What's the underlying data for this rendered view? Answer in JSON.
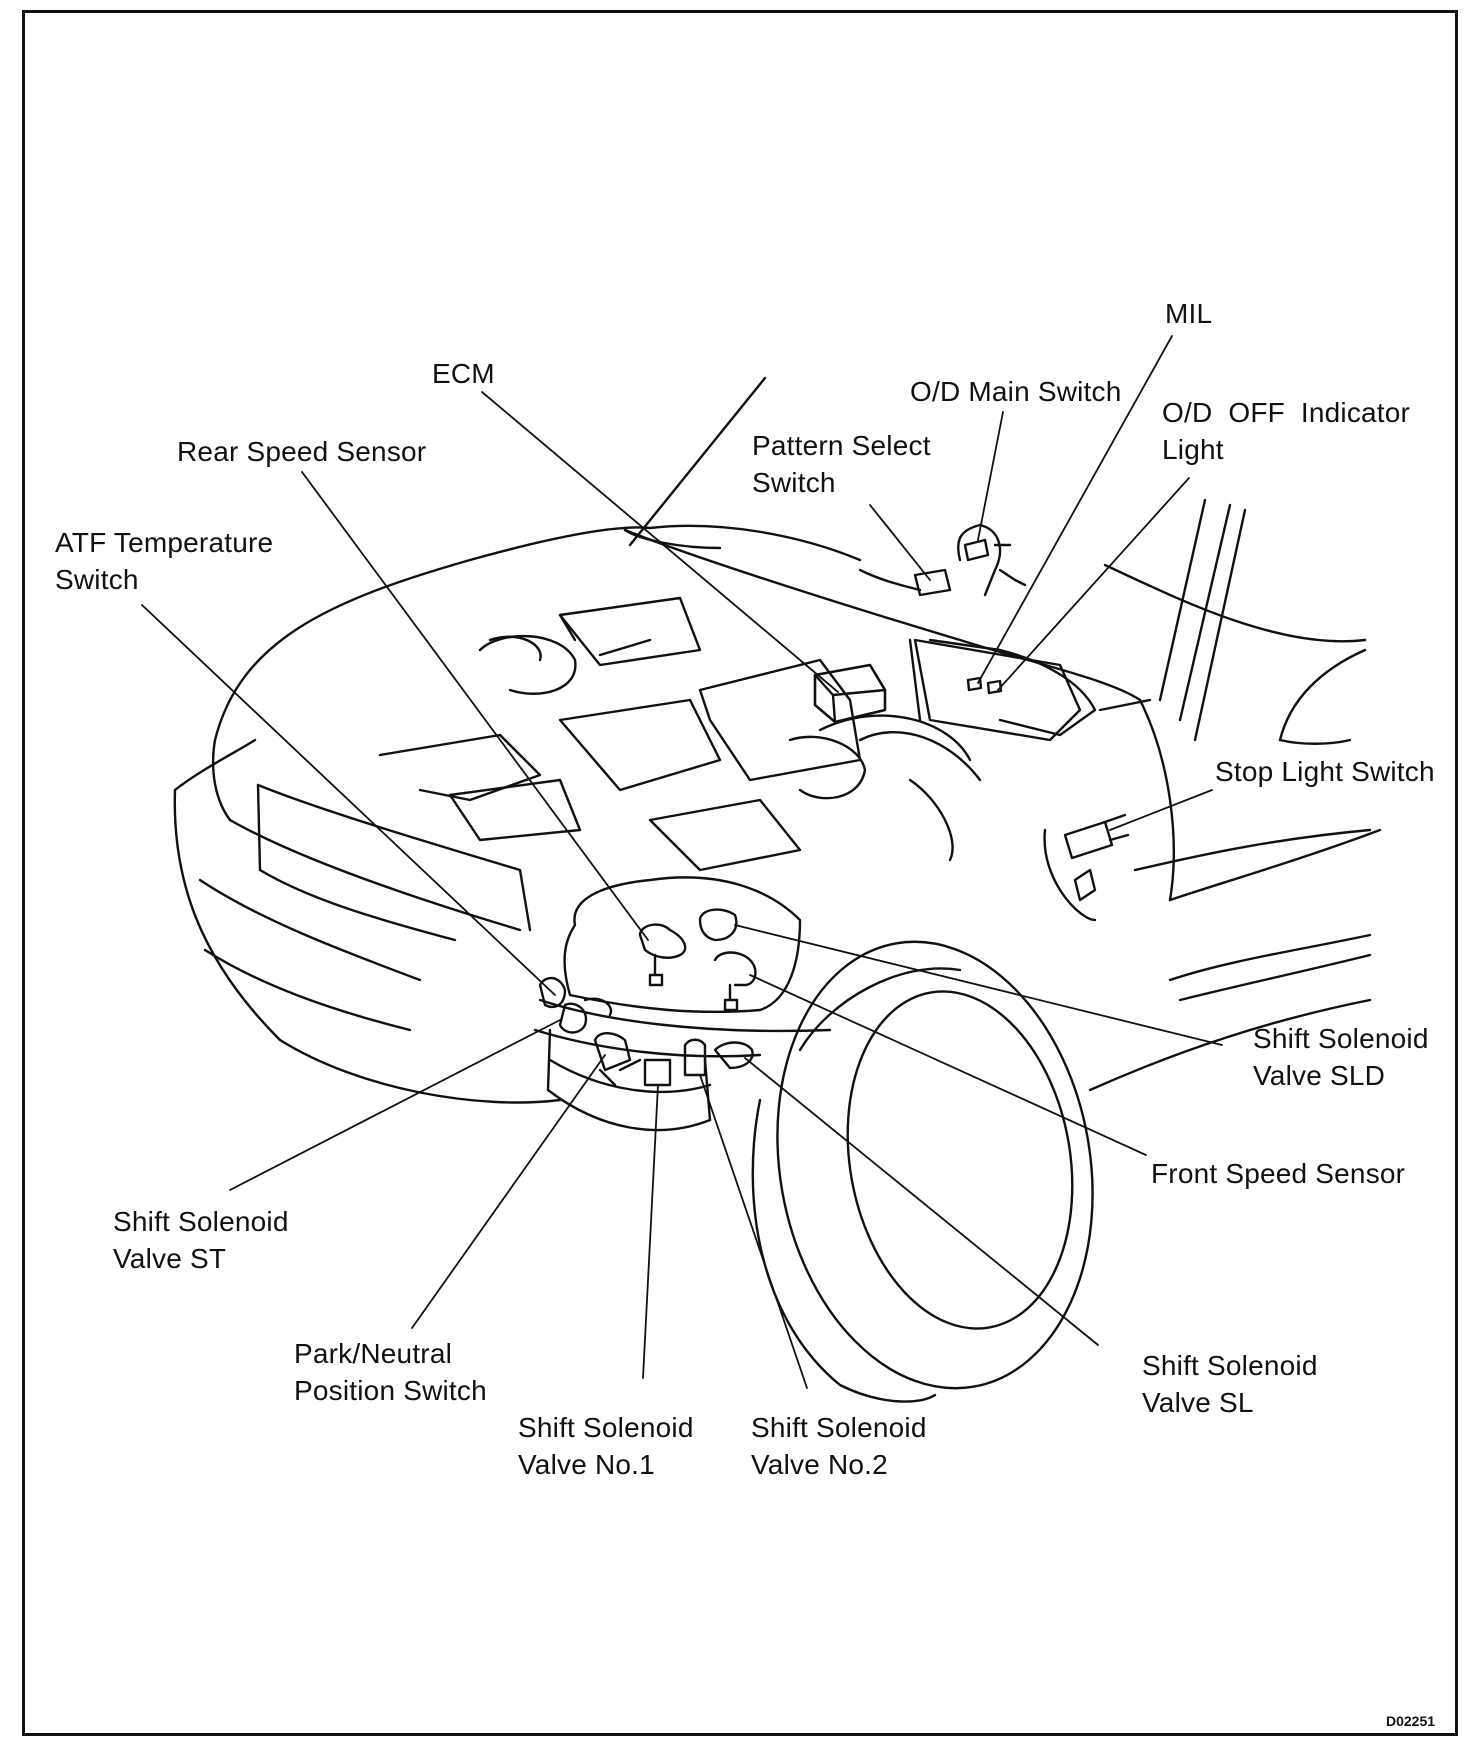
{
  "labels": {
    "mil": "MIL",
    "ecm": "ECM",
    "od_main_switch": "O/D Main Switch",
    "od_off_indicator": [
      "O/D  OFF  Indicator",
      "Light"
    ],
    "rear_speed_sensor": "Rear Speed Sensor",
    "pattern_select_switch": [
      "Pattern Select",
      "Switch"
    ],
    "atf_temperature_switch": [
      "ATF Temperature",
      "Switch"
    ],
    "stop_light_switch": "Stop Light Switch",
    "shift_solenoid_sld": [
      "Shift Solenoid",
      "Valve SLD"
    ],
    "front_speed_sensor": "Front Speed Sensor",
    "shift_solenoid_st": [
      "Shift Solenoid",
      "Valve ST"
    ],
    "park_neutral_switch": [
      "Park/Neutral",
      "Position Switch"
    ],
    "shift_solenoid_sl": [
      "Shift Solenoid",
      "Valve SL"
    ],
    "shift_solenoid_no1": [
      "Shift Solenoid",
      "Valve No.1"
    ],
    "shift_solenoid_no2": [
      "Shift Solenoid",
      "Valve No.2"
    ]
  },
  "figure_code": "D02251"
}
